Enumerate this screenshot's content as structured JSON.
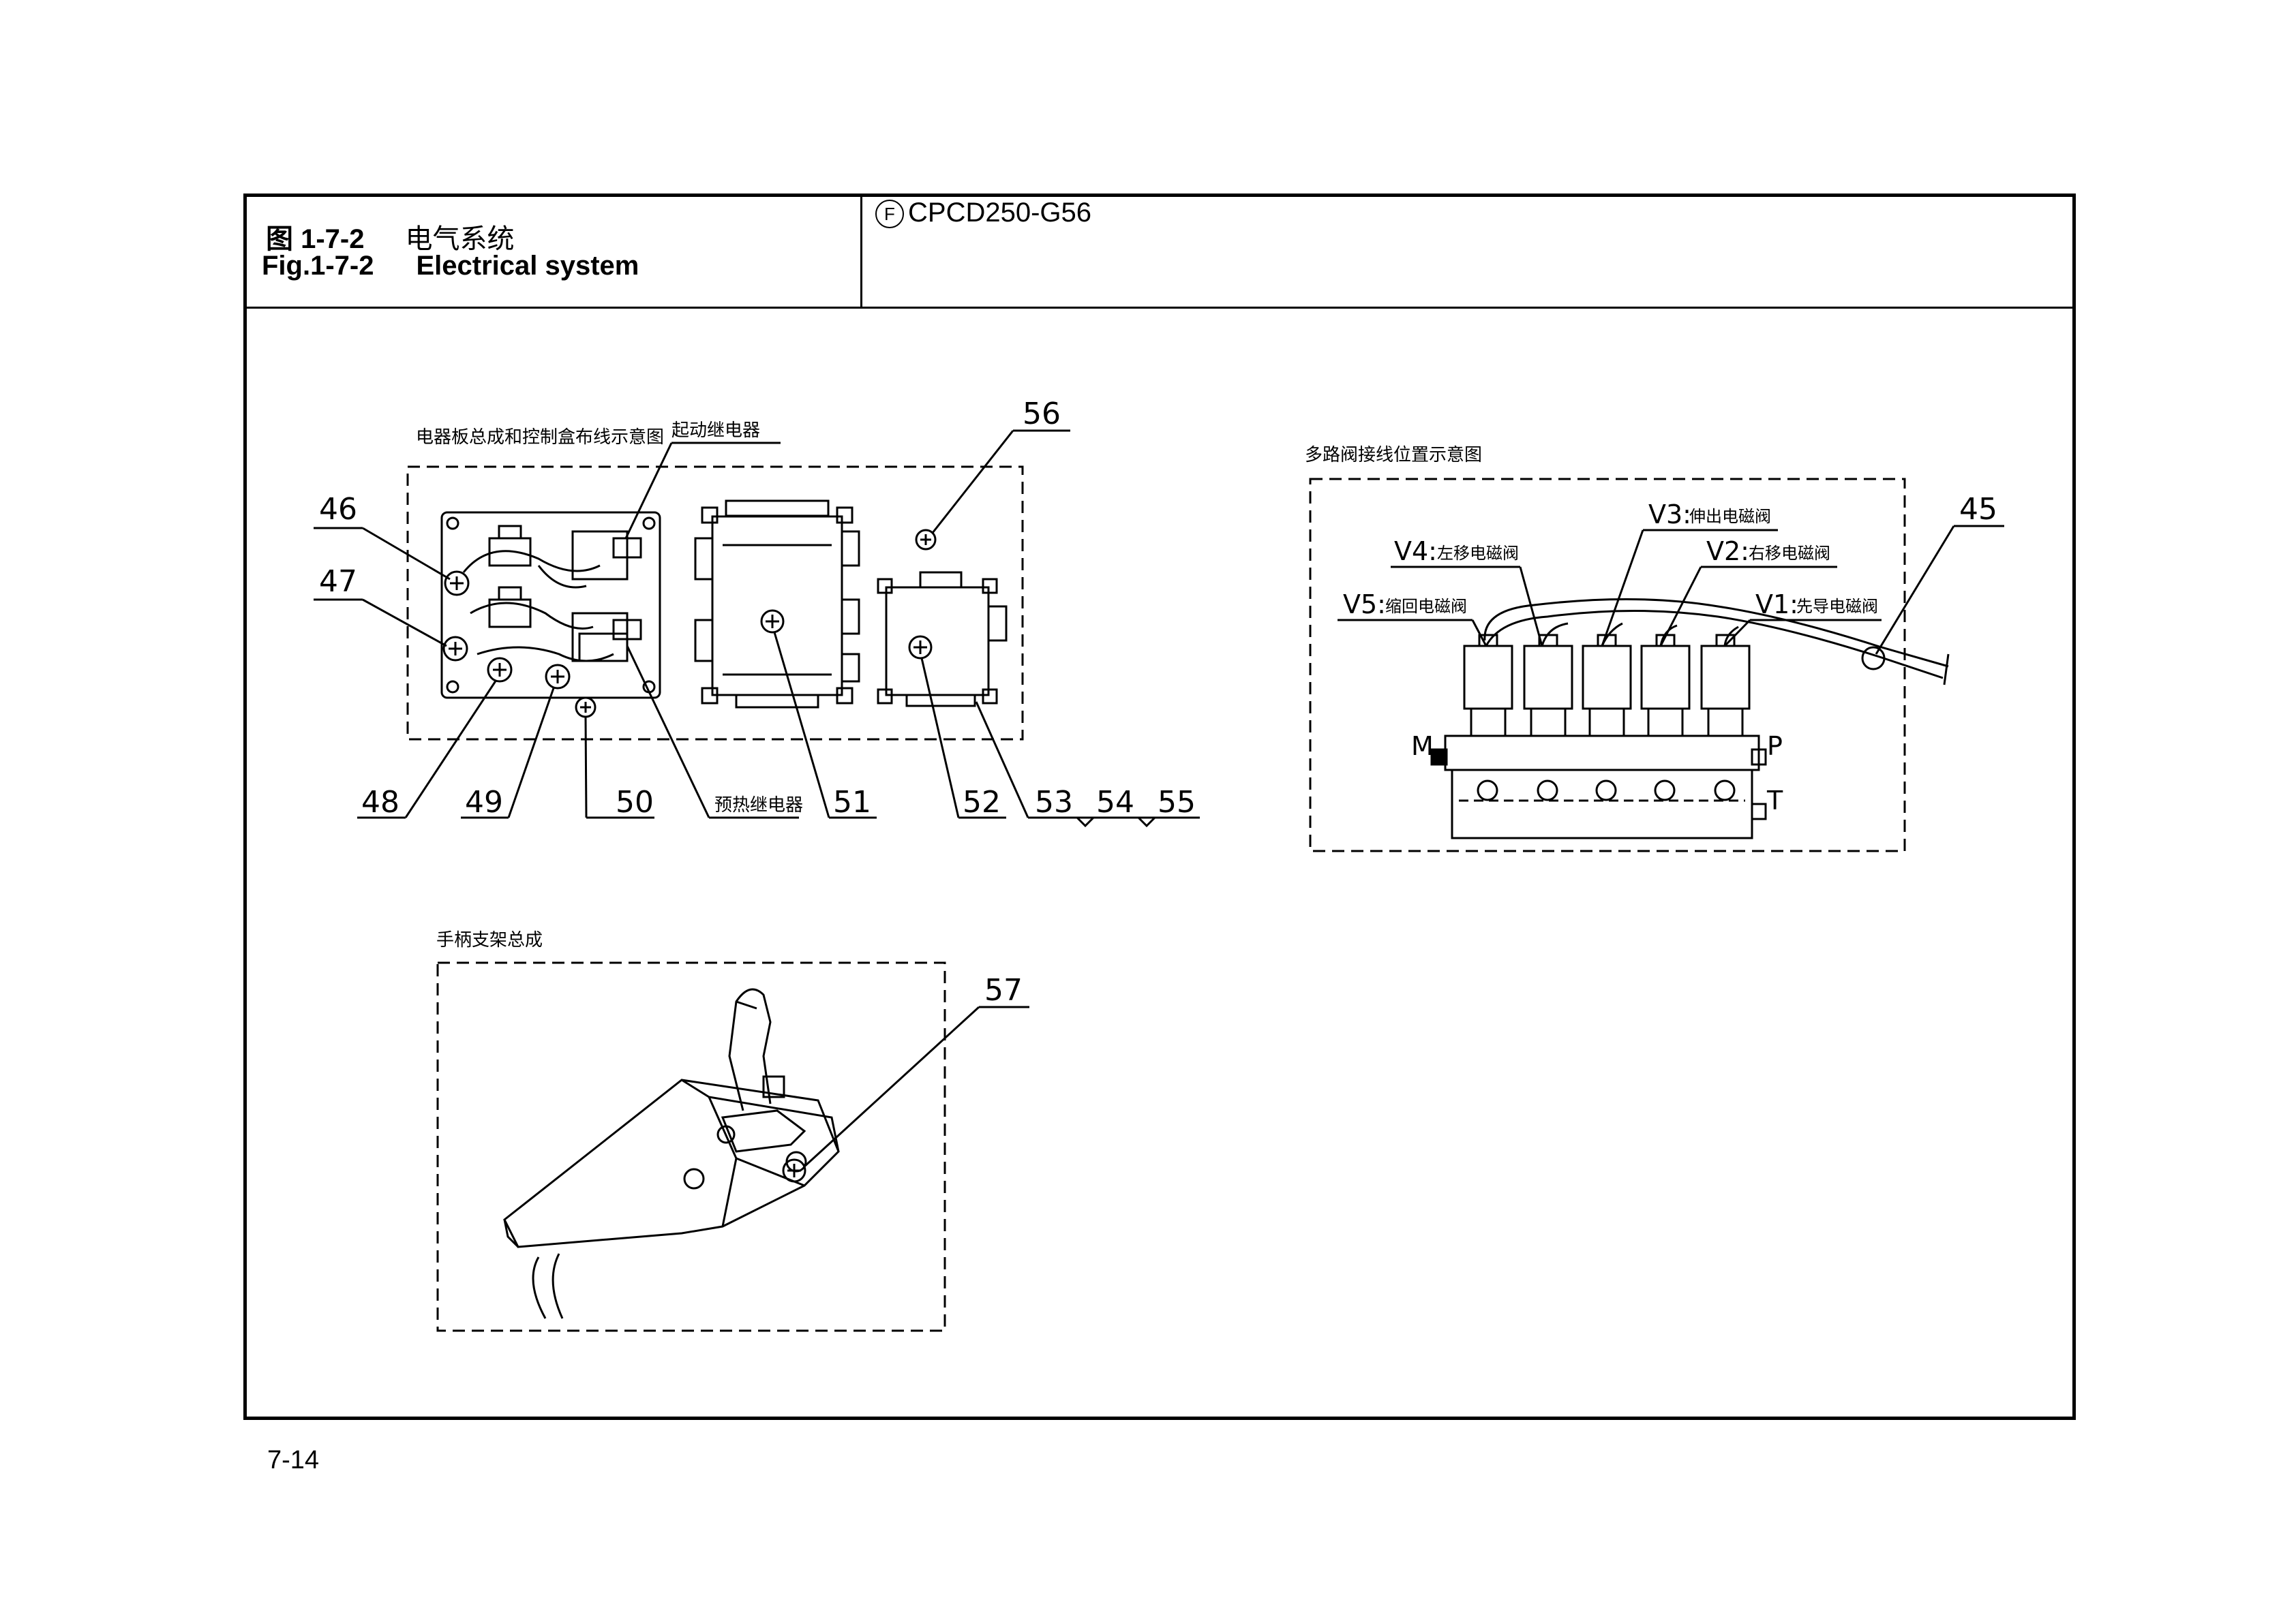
{
  "header": {
    "title_cn_fig": "图 1-7-2",
    "title_cn_name": "电气系统",
    "title_en_fig": "Fig.1-7-2",
    "title_en_name": "Electrical system",
    "model_mark": "F",
    "model": "CPCD250-G56"
  },
  "diagram": {
    "panel_label": "电器板总成和控制盒布线示意图",
    "start_relay_label": "起动继电器",
    "preheat_relay_label": "预热继电器",
    "valve_label": "多路阀接线位置示意图",
    "handle_label": "手柄支架总成",
    "callouts": [
      "46",
      "47",
      "48",
      "49",
      "50",
      "51",
      "52",
      "53",
      "54",
      "55",
      "56",
      "45",
      "57"
    ],
    "valves": {
      "v4": {
        "code": "V4:",
        "name": "左移电磁阀"
      },
      "v3": {
        "code": "V3:",
        "name": "伸出电磁阀"
      },
      "v2": {
        "code": "V2:",
        "name": "右移电磁阀"
      },
      "v5": {
        "code": "V5:",
        "name": "缩回电磁阀"
      },
      "v1": {
        "code": "V1:",
        "name": "先导电磁阀"
      }
    },
    "ports": {
      "m": "M",
      "p": "P",
      "t": "T"
    }
  },
  "footer": {
    "page": "7-14"
  }
}
